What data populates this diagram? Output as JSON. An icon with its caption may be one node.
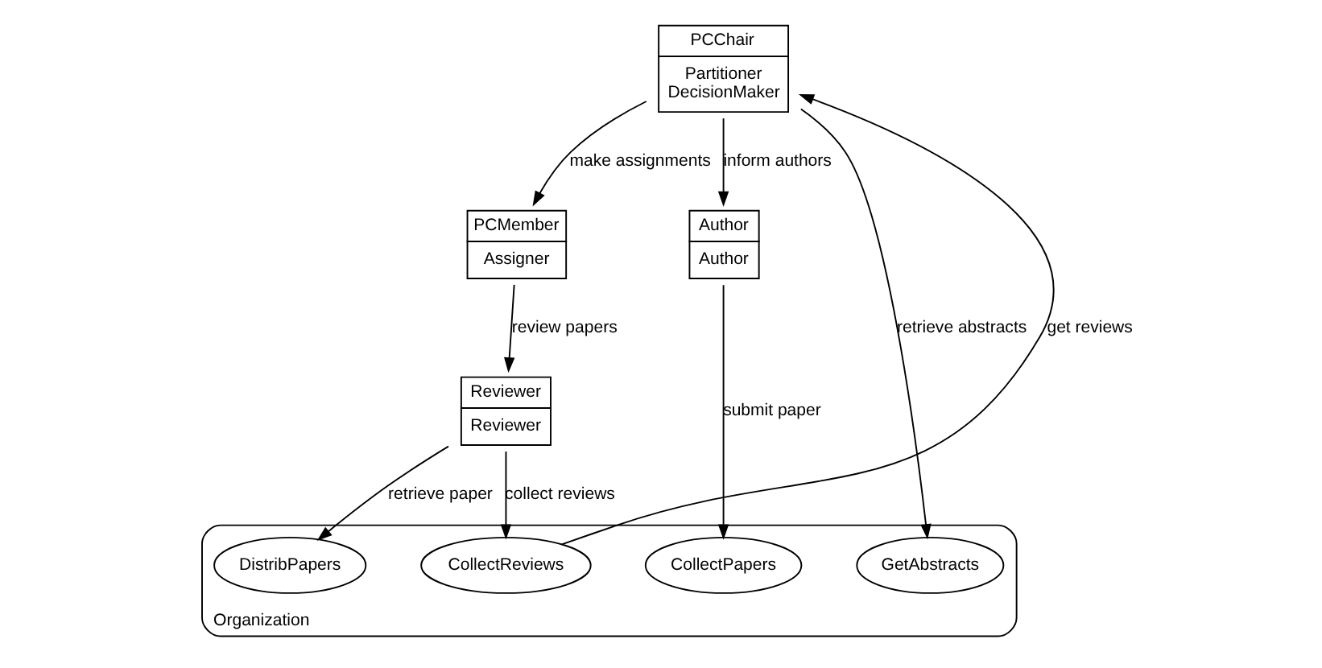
{
  "diagram": {
    "nodes": [
      {
        "text": [
          "PCChair",
          "Partitioner DecisionMaker"
        ]
      },
      {
        "text": [
          "PCMember",
          "Assigner"
        ]
      },
      {
        "text": [
          "Reviewer",
          "Reviewer"
        ]
      },
      {
        "text": [
          "Author",
          "Author"
        ]
      },
      {
        "text": [
          "Organization"
        ]
      },
      {
        "text": [
          "GetAbstracts"
        ],
        "in": 4
      },
      {
        "text": [
          "DistribPapers"
        ],
        "in": 4
      },
      {
        "text": [
          "CollectReviews"
        ],
        "in": 4
      },
      {
        "text": [
          "CollectPapers"
        ],
        "in": 4
      }
    ],
    "edges": [
      {
        "from": 0,
        "to": 1,
        "arrow": "to",
        "label": "make assignments"
      },
      {
        "from": 1,
        "to": 2,
        "arrow": "to",
        "label": "review papers"
      },
      {
        "from": 0,
        "to": 5,
        "arrow": "to",
        "label": "retrieve abstracts"
      },
      {
        "from": 2,
        "to": 6,
        "arrow": "to",
        "label": "retrieve paper"
      },
      {
        "from": 2,
        "to": 7,
        "arrow": "to",
        "label": "collect reviews"
      },
      {
        "from": 7,
        "to": 0,
        "arrow": "to",
        "label": "get reviews"
      },
      {
        "from": 0,
        "to": 3,
        "arrow": "to",
        "label": "inform authors"
      },
      {
        "from": 3,
        "to": 8,
        "arrow": "to",
        "label": "submit paper"
      }
    ]
  }
}
